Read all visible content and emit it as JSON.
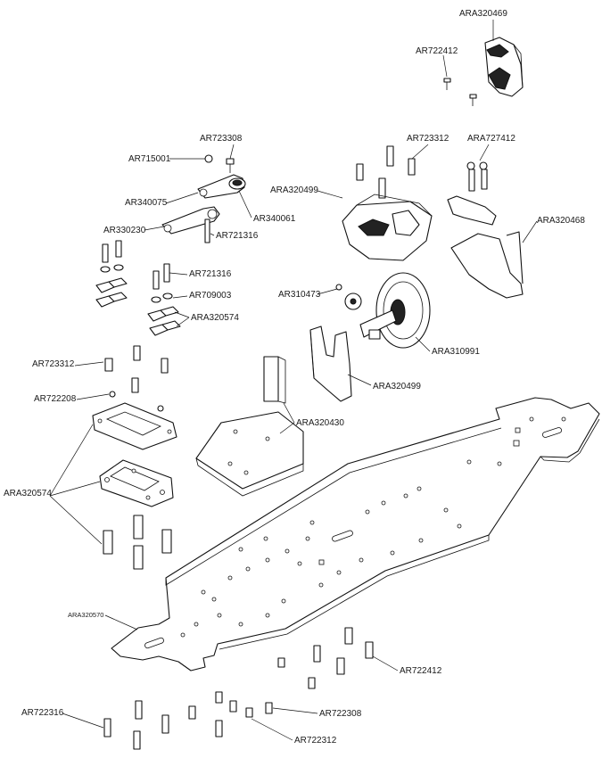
{
  "labels": {
    "ara320469": "ARA320469",
    "ar722412_top": "AR722412",
    "ar723308_top": "AR723308",
    "ar723312_top": "AR723312",
    "ara727412": "ARA727412",
    "ar715001": "AR715001",
    "ara320499_top": "ARA320499",
    "ar340075": "AR340075",
    "ar340061": "AR340061",
    "ara320468": "ARA320468",
    "ar330230": "AR330230",
    "ar721316_a": "AR721316",
    "ar721316_b": "AR721316",
    "ar709003": "AR709003",
    "ar310473": "AR310473",
    "ara320574_mid": "ARA320574",
    "ara310991": "ARA310991",
    "ar723312_left": "AR723312",
    "ara320499_mid": "ARA320499",
    "ar722208": "AR722208",
    "ara320430": "ARA320430",
    "ara320574_left": "ARA320574",
    "ara320570": "ARA320570",
    "ar722412_bottom": "AR722412",
    "ar722316": "AR722316",
    "ar722308_bottom": "AR722308",
    "ar722312_bottom": "AR722312"
  },
  "colors": {
    "line": "#111111",
    "fill": "#ffffff",
    "text": "#1a1a1a"
  }
}
